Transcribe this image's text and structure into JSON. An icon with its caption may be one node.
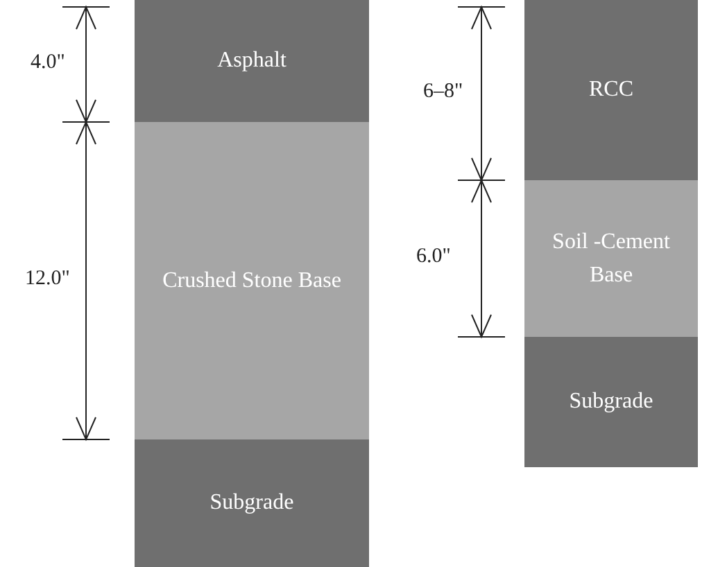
{
  "diagram": {
    "nodes": [
      {
        "text": [
          "Asphalt"
        ]
      },
      {
        "text": [
          "Crushed Stone Base"
        ]
      },
      {
        "text": [
          "Subgrade"
        ]
      },
      {
        "text": [
          "RCC"
        ]
      },
      {
        "text": [
          "Soil -Cement Base"
        ]
      },
      {
        "text": [
          "Subgrade"
        ]
      }
    ],
    "labels": [
      "4.0\"",
      "12.0\"",
      "6–8\"",
      "6.0\""
    ]
  }
}
